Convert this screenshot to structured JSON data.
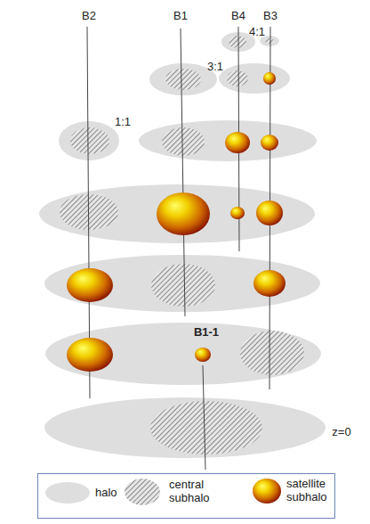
{
  "diagram": {
    "labels": [
      "B2",
      "B1",
      "B4",
      "B3",
      "4:1",
      "3:1",
      "1:1",
      "B1-1",
      "z=0"
    ],
    "legend": [
      {
        "text": "halo",
        "color": "#dedede"
      },
      {
        "text": "central subhalo"
      },
      {
        "text": "satellite subhalo"
      }
    ]
  }
}
